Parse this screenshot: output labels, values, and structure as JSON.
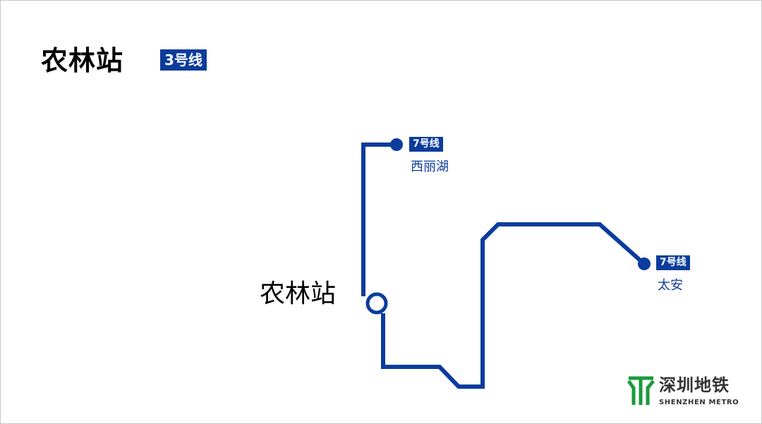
{
  "title": "农林站",
  "line_badge": "3号线",
  "current_station": "农林站",
  "line_color": "#0b3c9c",
  "transfers": [
    {
      "line": "7号线",
      "station": "西丽湖"
    },
    {
      "line": "7号线",
      "station": "太安"
    }
  ],
  "logo": {
    "cn": "深圳地铁",
    "en": "SHENZHEN METRO",
    "color": "#1a9a3c"
  }
}
